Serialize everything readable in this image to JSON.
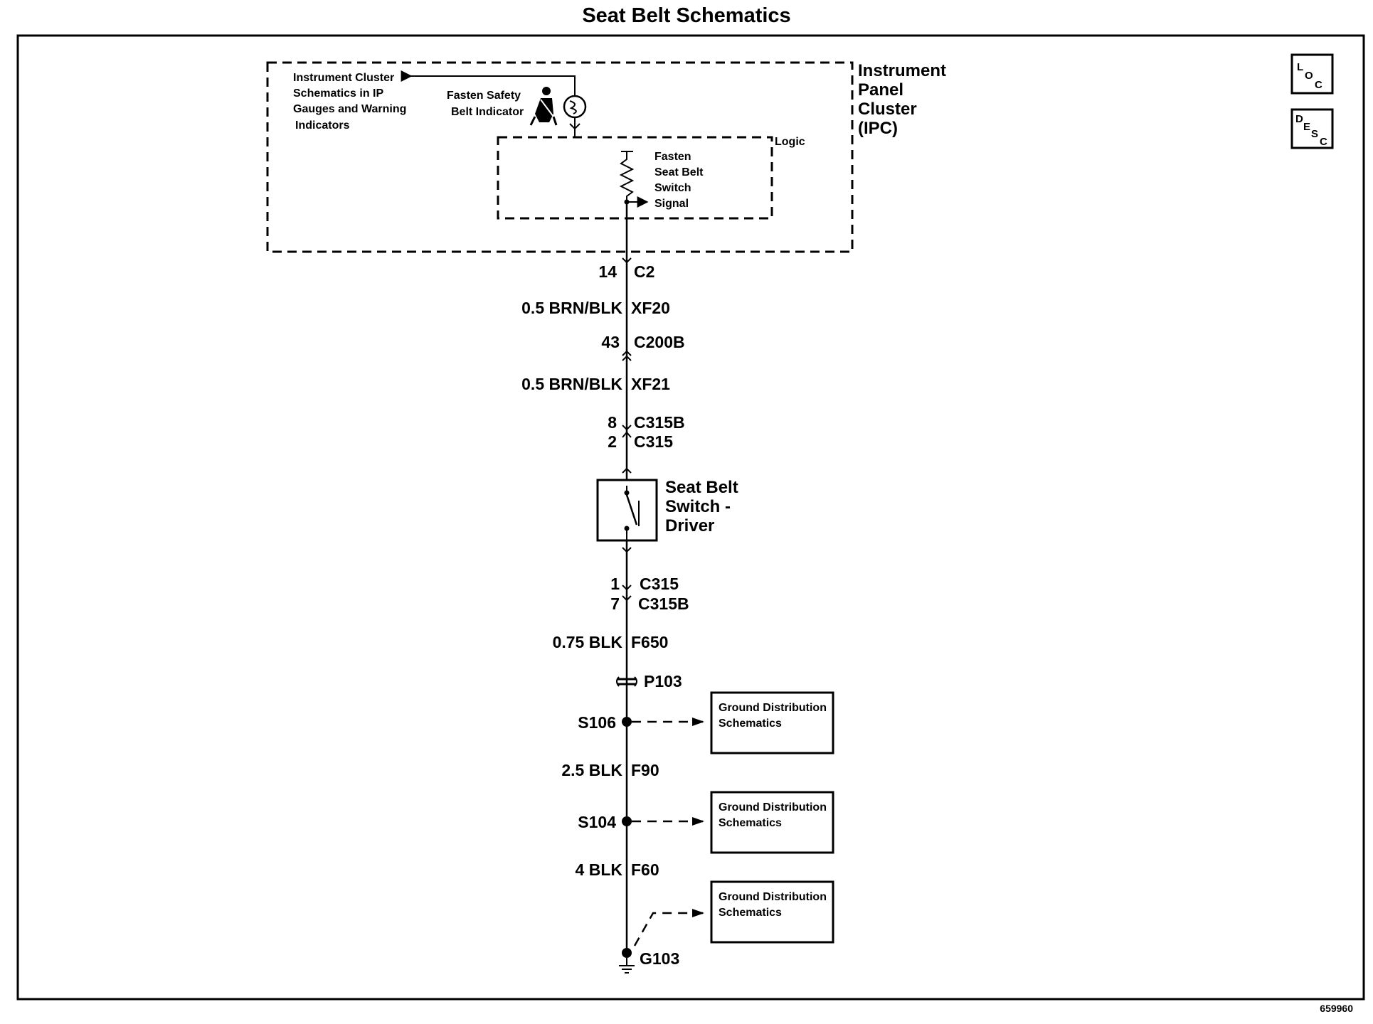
{
  "title": "Seat Belt Schematics",
  "doc_number": "659960",
  "side_icons": {
    "loc": {
      "main": "L",
      "sub": "O",
      "sub2": "C"
    },
    "desc": {
      "main": "D",
      "sub": "E",
      "sub2": "S",
      "sub3": "C"
    }
  },
  "ipc": {
    "name_lines": [
      "Instrument",
      "Panel",
      "Cluster",
      "(IPC)"
    ],
    "reference_lines": [
      "Instrument Cluster",
      "Schematics in IP",
      "Gauges and Warning",
      "Indicators"
    ],
    "indicator_lines": [
      "Fasten Safety",
      "Belt Indicator"
    ],
    "logic_label": "Logic",
    "signal_lines": [
      "Fasten",
      "Seat Belt",
      "Switch",
      "Signal"
    ]
  },
  "connections": [
    {
      "pin": "14",
      "connector": "C2"
    },
    {
      "wire": "0.5 BRN/BLK",
      "circuit": "XF20"
    },
    {
      "pin": "43",
      "connector": "C200B"
    },
    {
      "wire": "0.5 BRN/BLK",
      "circuit": "XF21"
    },
    {
      "pin": "8",
      "connector": "C315B"
    },
    {
      "pin": "2",
      "connector": "C315"
    }
  ],
  "switch_lines": [
    "Seat Belt",
    "Switch -",
    "Driver"
  ],
  "lower_connections": [
    {
      "pin": "1",
      "connector": "C315"
    },
    {
      "pin": "7",
      "connector": "C315B"
    },
    {
      "wire": "0.75 BLK",
      "circuit": "F650"
    }
  ],
  "pass_through": "P103",
  "splices": [
    {
      "name": "S106"
    },
    {
      "wire": "2.5 BLK",
      "circuit": "F90"
    },
    {
      "name": "S104"
    },
    {
      "wire": "4 BLK",
      "circuit": "F60"
    }
  ],
  "ground": "G103",
  "ground_refs": [
    {
      "lines": [
        "Ground Distribution",
        "Schematics"
      ]
    },
    {
      "lines": [
        "Ground Distribution",
        "Schematics"
      ]
    },
    {
      "lines": [
        "Ground Distribution",
        "Schematics"
      ]
    }
  ]
}
